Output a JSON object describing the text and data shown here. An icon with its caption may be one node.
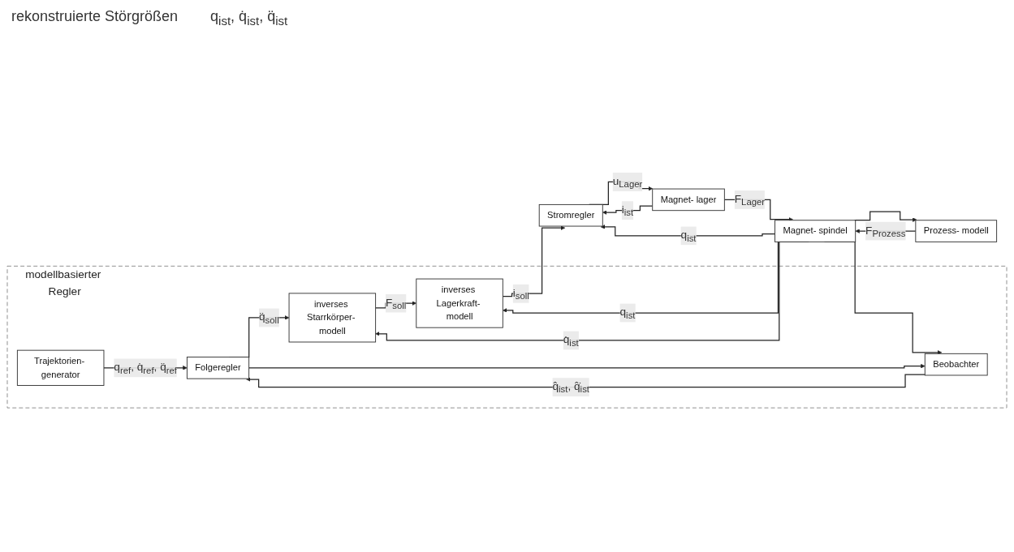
{
  "diagram": {
    "nodes": [
      {
        "text": [
          "modellbasierter Regler"
        ]
      },
      {
        "text": [
          "Trajektorien- generator"
        ],
        "in": 0
      },
      {
        "text": [
          "Folgeregler"
        ],
        "in": 0
      },
      {
        "text": [
          "Beobachter"
        ],
        "in": 0
      },
      {
        "text": [
          "inverses Starrkörper- modell"
        ],
        "in": 0
      },
      {
        "text": [
          "inverses Lagerkraft- modell"
        ],
        "in": 0
      },
      {
        "text": [
          "Stromregler"
        ]
      },
      {
        "text": [
          "Magnet- lager"
        ]
      },
      {
        "text": [
          "Magnet- spindel"
        ]
      },
      {
        "text": [
          "Prozess- modell"
        ]
      }
    ],
    "edges": [
      {
        "from": 1,
        "to": 2,
        "arrow": "to",
        "label": "q$_{ref}$, q̇$_{ref}$, q̈$_{ref}$"
      },
      {
        "from": 2,
        "to": 4,
        "arrow": "to",
        "label": "q̈$_{soll}$"
      },
      {
        "from": 2,
        "to": 3,
        "arrow": "to"
      },
      {
        "from": 3,
        "to": 2,
        "arrow": "to",
        "label": "q̂$_{ist}$, q̂̇$_{ist}$"
      },
      {
        "from": 4,
        "to": 5,
        "arrow": "to",
        "label": "F$_{soll}$"
      },
      {
        "from": 5,
        "to": 6,
        "arrow": "to",
        "label": "i$_{soll}$"
      },
      {
        "from": 8,
        "to": 3,
        "arrow": "to"
      },
      {
        "from": 8,
        "to": 4,
        "arrow": "to",
        "label": "q̇$_{ist}$"
      },
      {
        "from": 8,
        "to": 5,
        "arrow": "to",
        "label": "q$_{ist}$"
      },
      {
        "from": 8,
        "to": 6,
        "arrow": "to",
        "label": "q$_{ist}$"
      },
      {
        "from": 8,
        "to": 9,
        "arrow": "to"
      },
      {
        "from": 6,
        "to": 7,
        "arrow": "to",
        "label": "u$_{Lager}$"
      },
      {
        "from": 7,
        "to": 6,
        "arrow": "to",
        "label": "i$_{ist}$"
      },
      {
        "from": 7,
        "to": 8,
        "arrow": "to",
        "label": "F$_{Lager}$"
      },
      {
        "from": 9,
        "to": 8,
        "arrow": "to",
        "label": "F$_{Prozess}$"
      }
    ],
    "labels": [
      "rekonstruierte Störgrößen",
      "q$_{ist}$, q̇$_{ist}$, q̈$_{ist}$"
    ]
  }
}
